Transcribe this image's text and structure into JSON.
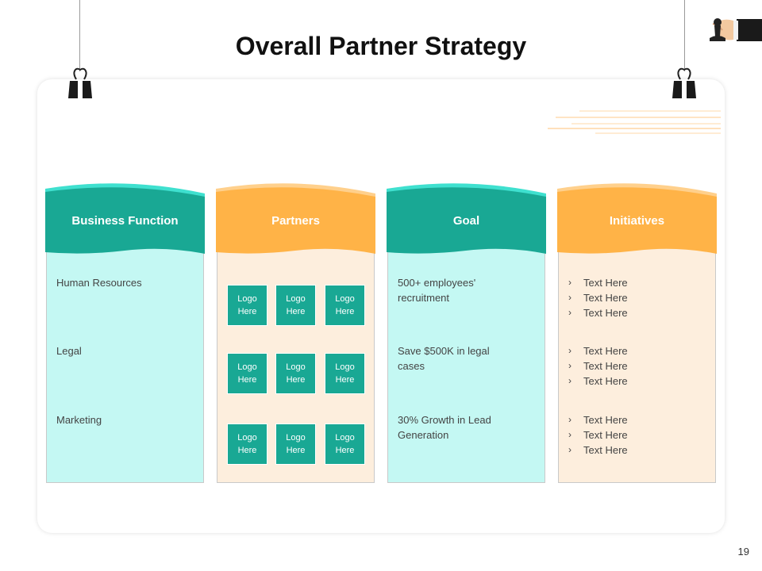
{
  "slide": {
    "title": "Overall Partner Strategy",
    "page_number": "19"
  },
  "colors": {
    "teal": "#19a894",
    "teal_light": "#c4f8f3",
    "orange": "#ffb347",
    "orange_light": "#fdeedd"
  },
  "columns": {
    "business_function": {
      "header": "Business Function",
      "rows": [
        "Human Resources",
        "Legal",
        "Marketing"
      ]
    },
    "partners": {
      "header": "Partners",
      "logo_label": "Logo Here"
    },
    "goal": {
      "header": "Goal",
      "rows": [
        "500+ employees' recruitment",
        "Save $500K in legal cases",
        "30% Growth in Lead Generation"
      ]
    },
    "initiatives": {
      "header": "Initiatives",
      "groups": [
        [
          "Text Here",
          "Text Here",
          "Text Here"
        ],
        [
          "Text Here",
          "Text Here",
          "Text Here"
        ],
        [
          "Text Here",
          "Text Here",
          "Text Here"
        ]
      ]
    }
  },
  "icons": {
    "clip": "binder-clip-icon",
    "hand": "hand-holding-chess-piece-icon",
    "bullet": "chevron-right-icon"
  }
}
